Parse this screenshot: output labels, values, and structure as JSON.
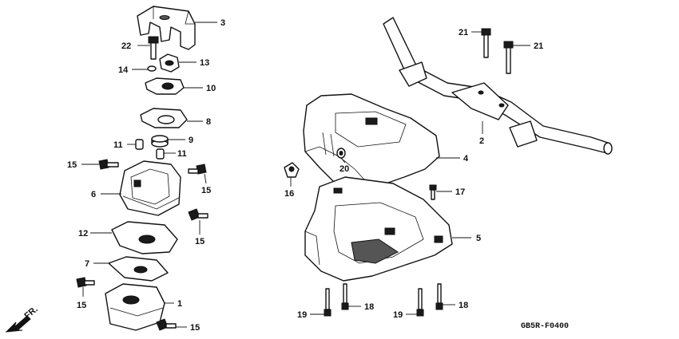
{
  "diagram": {
    "drawing_code": "GB5R-F0400",
    "direction_label": "FR.",
    "callouts": [
      {
        "id": "c3",
        "text": "3"
      },
      {
        "id": "c22",
        "text": "22"
      },
      {
        "id": "c13",
        "text": "13"
      },
      {
        "id": "c14",
        "text": "14"
      },
      {
        "id": "c10",
        "text": "10"
      },
      {
        "id": "c8",
        "text": "8"
      },
      {
        "id": "c9",
        "text": "9"
      },
      {
        "id": "c11a",
        "text": "11"
      },
      {
        "id": "c11b",
        "text": "11"
      },
      {
        "id": "c15a",
        "text": "15"
      },
      {
        "id": "c15b",
        "text": "15"
      },
      {
        "id": "c6",
        "text": "6"
      },
      {
        "id": "c15c",
        "text": "15"
      },
      {
        "id": "c12",
        "text": "12"
      },
      {
        "id": "c7",
        "text": "7"
      },
      {
        "id": "c1",
        "text": "1"
      },
      {
        "id": "c15d",
        "text": "15"
      },
      {
        "id": "c15e",
        "text": "15"
      },
      {
        "id": "c21a",
        "text": "21"
      },
      {
        "id": "c21b",
        "text": "21"
      },
      {
        "id": "c2",
        "text": "2"
      },
      {
        "id": "c4",
        "text": "4"
      },
      {
        "id": "c20",
        "text": "20"
      },
      {
        "id": "c16",
        "text": "16"
      },
      {
        "id": "c17",
        "text": "17"
      },
      {
        "id": "c5",
        "text": "5"
      },
      {
        "id": "c19a",
        "text": "19"
      },
      {
        "id": "c18a",
        "text": "18"
      },
      {
        "id": "c19b",
        "text": "19"
      },
      {
        "id": "c18b",
        "text": "18"
      }
    ]
  }
}
